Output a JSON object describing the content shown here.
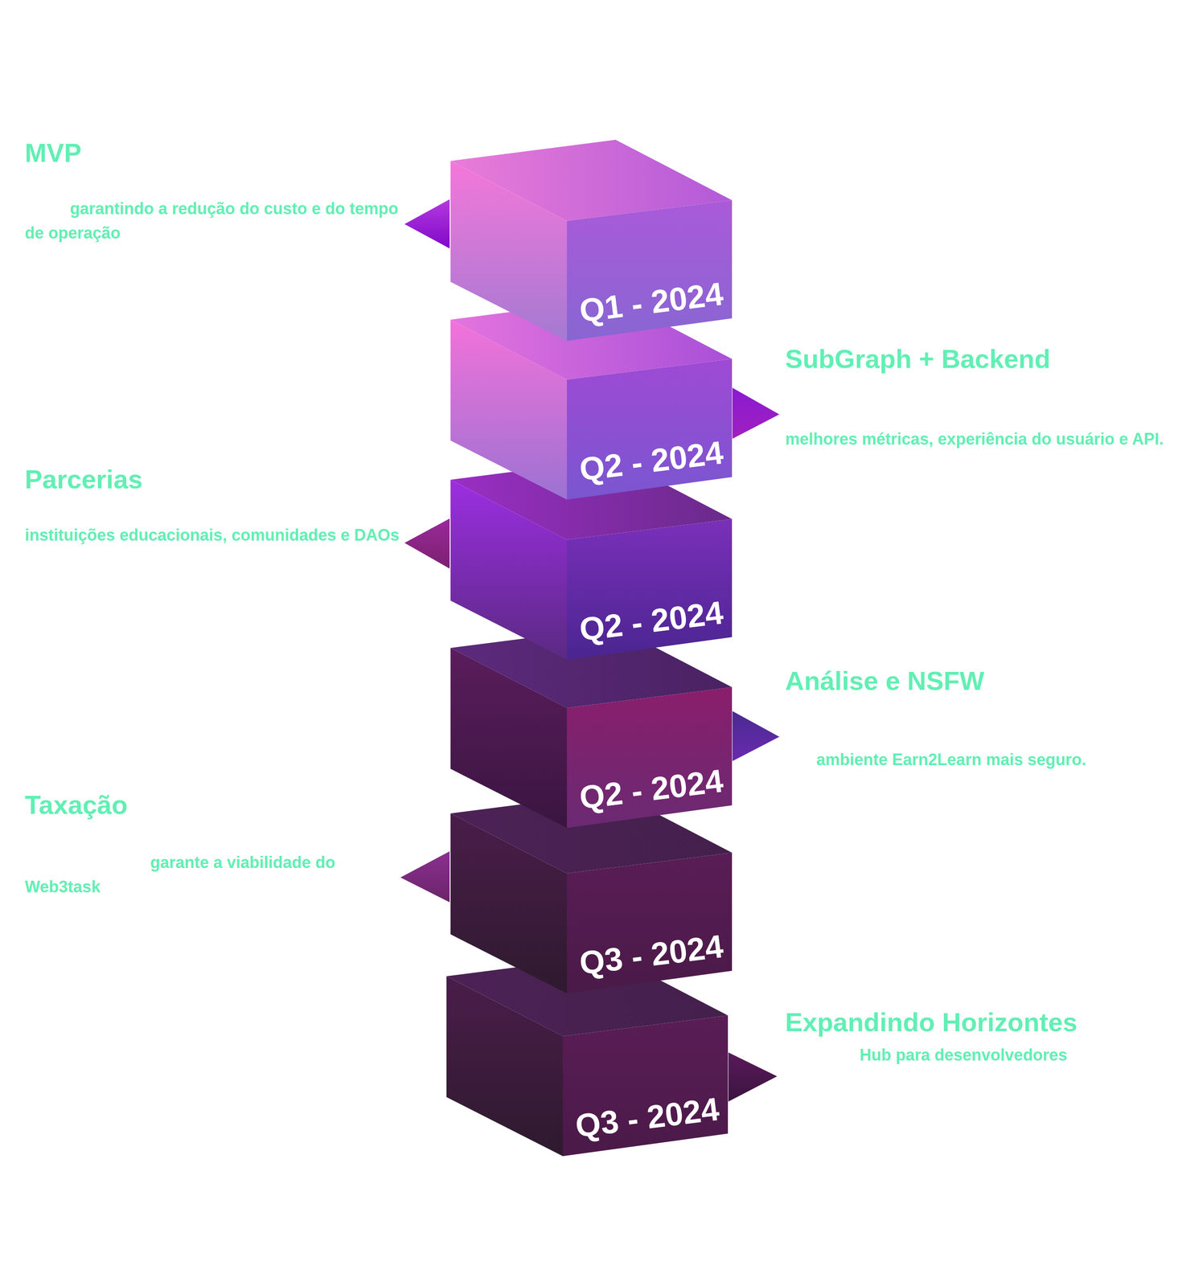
{
  "diagram": {
    "nodes": [
      {
        "text": [
          "Q1 - 2024"
        ]
      },
      {
        "text": [
          "Q2 - 2024"
        ]
      },
      {
        "text": [
          "Q2 - 2024"
        ]
      },
      {
        "text": [
          "Q2 - 2024"
        ]
      },
      {
        "text": [
          "Q3 - 2024"
        ]
      },
      {
        "text": [
          "Q3 - 2024"
        ]
      }
    ],
    "labels": [
      "MVP",
      "garantindo a redução do custo e do tempo de operação",
      "SubGraph + Backend",
      "melhores métricas, experiência do usuário e API.",
      "Parcerias",
      "instituições educacionais, comunidades e DAOs",
      "Análise e NSFW",
      "ambiente Earn2Learn mais seguro.",
      "Taxação",
      "garante a viabilidade do Web3task",
      "Expandindo Horizontes",
      "Hub para desenvolvedores"
    ]
  }
}
